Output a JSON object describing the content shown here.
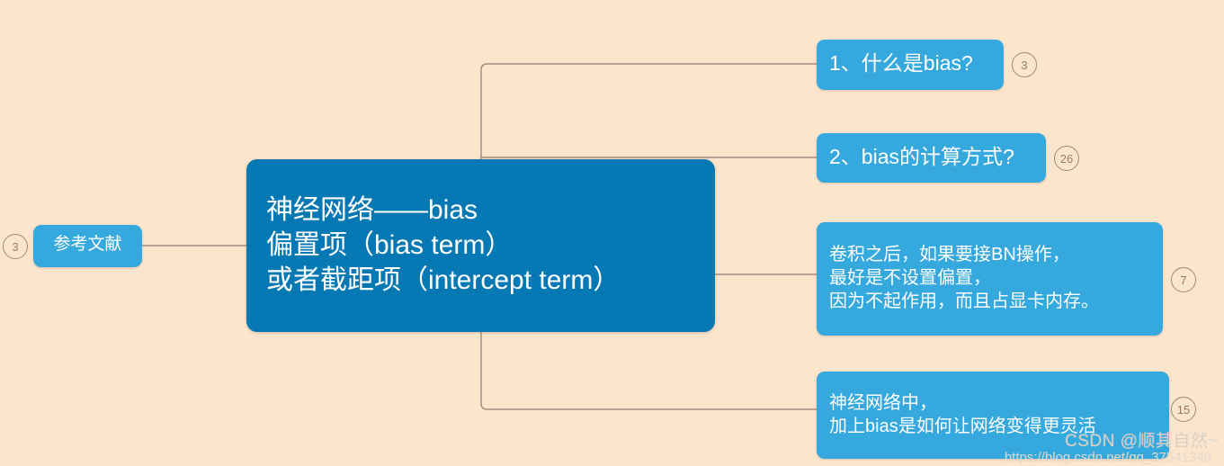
{
  "colors": {
    "background": "#fce5cd",
    "root_node": "#0678b4",
    "child_node": "#35a8de",
    "connector": "#9b8d7e",
    "badge_text": "#8d7f70",
    "node_text": "#ffffff"
  },
  "root": {
    "lines": [
      "神经网络——bias",
      "偏置项（bias term）",
      "或者截距项（intercept term）"
    ]
  },
  "left_branch": {
    "label": "参考文献",
    "badge": "3"
  },
  "right_branches": [
    {
      "lines": [
        "1、什么是bias?"
      ],
      "badge": "3"
    },
    {
      "lines": [
        "2、bias的计算方式?"
      ],
      "badge": "26"
    },
    {
      "lines": [
        "卷积之后，如果要接BN操作，",
        "最好是不设置偏置，",
        "因为不起作用，而且占显卡内存。"
      ],
      "badge": "7"
    },
    {
      "lines": [
        "神经网络中，",
        "加上bias是如何让网络变得更灵活"
      ],
      "badge": "15"
    }
  ],
  "watermark": {
    "text": "CSDN @顺其自然~",
    "url": "https://blog.csdn.net/qq_37541340"
  }
}
